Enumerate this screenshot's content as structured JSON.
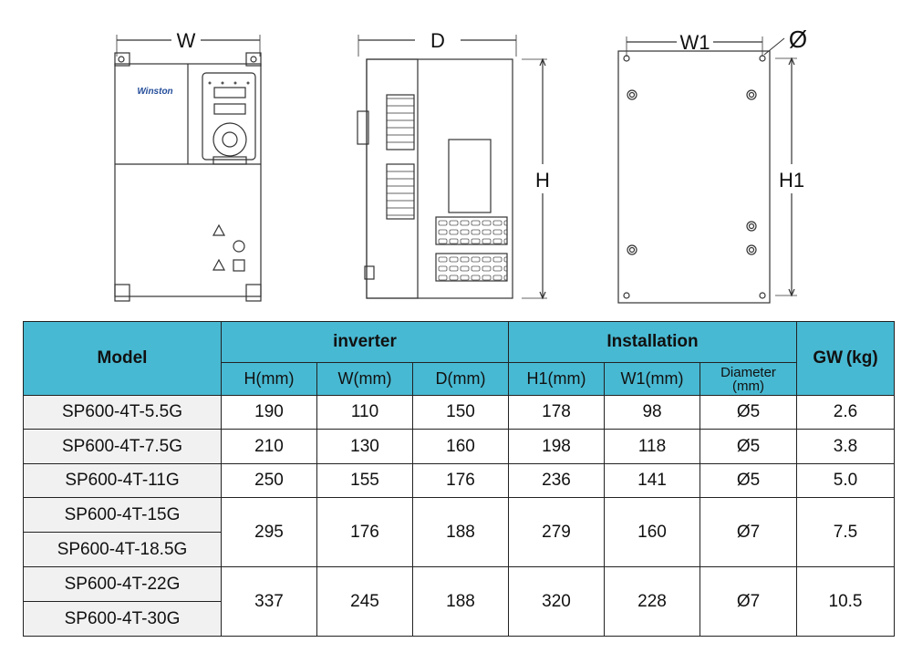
{
  "drawing_labels": {
    "front_width": "W",
    "side_depth": "D",
    "side_height": "H",
    "back_width": "W1",
    "back_height": "H1",
    "diameter": "Ø",
    "brand": "Winston"
  },
  "table": {
    "model_header": "Model",
    "groups": {
      "inverter": "inverter",
      "installation": "Installation",
      "gw": "GW (kg)"
    },
    "subheaders": {
      "h": "H(mm)",
      "w": "W(mm)",
      "d": "D(mm)",
      "h1": "H1(mm)",
      "w1": "W1(mm)",
      "diameter_line1": "Diameter",
      "diameter_line2": "(mm)"
    },
    "rows": [
      {
        "model": "SP600-4T-5.5G",
        "h": "190",
        "w": "110",
        "d": "150",
        "h1": "178",
        "w1": "98",
        "dia": "Ø5",
        "gw": "2.6"
      },
      {
        "model": "SP600-4T-7.5G",
        "h": "210",
        "w": "130",
        "d": "160",
        "h1": "198",
        "w1": "118",
        "dia": "Ø5",
        "gw": "3.8"
      },
      {
        "model": "SP600-4T-11G",
        "h": "250",
        "w": "155",
        "d": "176",
        "h1": "236",
        "w1": "141",
        "dia": "Ø5",
        "gw": "5.0"
      }
    ],
    "group_a": {
      "models": [
        "SP600-4T-15G",
        "SP600-4T-18.5G"
      ],
      "h": "295",
      "w": "176",
      "d": "188",
      "h1": "279",
      "w1": "160",
      "dia": "Ø7",
      "gw": "7.5"
    },
    "group_b": {
      "models": [
        "SP600-4T-22G",
        "SP600-4T-30G"
      ],
      "h": "337",
      "w": "245",
      "d": "188",
      "h1": "320",
      "w1": "228",
      "dia": "Ø7",
      "gw": "10.5"
    }
  }
}
